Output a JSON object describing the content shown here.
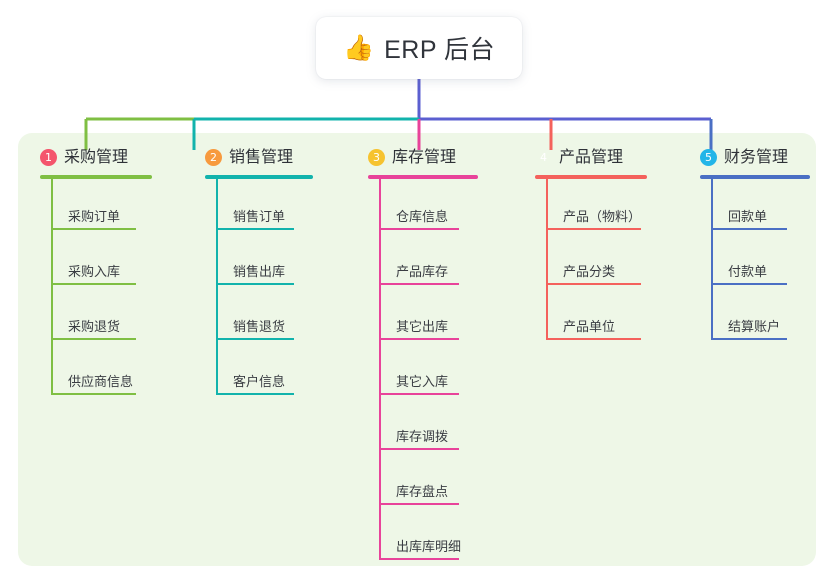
{
  "diagram": {
    "type": "org-chart",
    "root": {
      "icon": "thumbs-up-icon",
      "icon_glyph": "👍",
      "label": "ERP 后台"
    },
    "panel_color": "#eef7e7",
    "columns": [
      {
        "number": "1",
        "label": "采购管理",
        "badge_color": "#f4556c",
        "theme_color": "#7fbf43",
        "bus_color": "#7fbf43",
        "items": [
          {
            "label": "采购订单"
          },
          {
            "label": "采购入库"
          },
          {
            "label": "采购退货"
          },
          {
            "label": "供应商信息"
          }
        ]
      },
      {
        "number": "2",
        "label": "销售管理",
        "badge_color": "#f79a3e",
        "theme_color": "#12b3ac",
        "bus_color": "#12b3ac",
        "items": [
          {
            "label": "销售订单"
          },
          {
            "label": "销售出库"
          },
          {
            "label": "销售退货"
          },
          {
            "label": "客户信息"
          }
        ]
      },
      {
        "number": "3",
        "label": "库存管理",
        "badge_color": "#f6c330",
        "theme_color": "#e8439a",
        "bus_color": "#5b5fd0",
        "items": [
          {
            "label": "仓库信息"
          },
          {
            "label": "产品库存"
          },
          {
            "label": "其它出库"
          },
          {
            "label": "其它入库"
          },
          {
            "label": "库存调拨"
          },
          {
            "label": "库存盘点"
          },
          {
            "label": "出库库明细"
          }
        ]
      },
      {
        "number": "4",
        "label": "产品管理",
        "badge_color": "#19b košt",
        "theme_color": "#f4615c",
        "bus_color": "#5b5fd0",
        "items": [
          {
            "label": "产品（物料）"
          },
          {
            "label": "产品分类"
          },
          {
            "label": "产品单位"
          }
        ]
      },
      {
        "number": "5",
        "label": "财务管理",
        "badge_color": "#23b5e8",
        "theme_color": "#4a6fc4",
        "bus_color": "#5b5fd0",
        "items": [
          {
            "label": "回款单"
          },
          {
            "label": "付款单"
          },
          {
            "label": "结算账户"
          }
        ]
      }
    ]
  }
}
